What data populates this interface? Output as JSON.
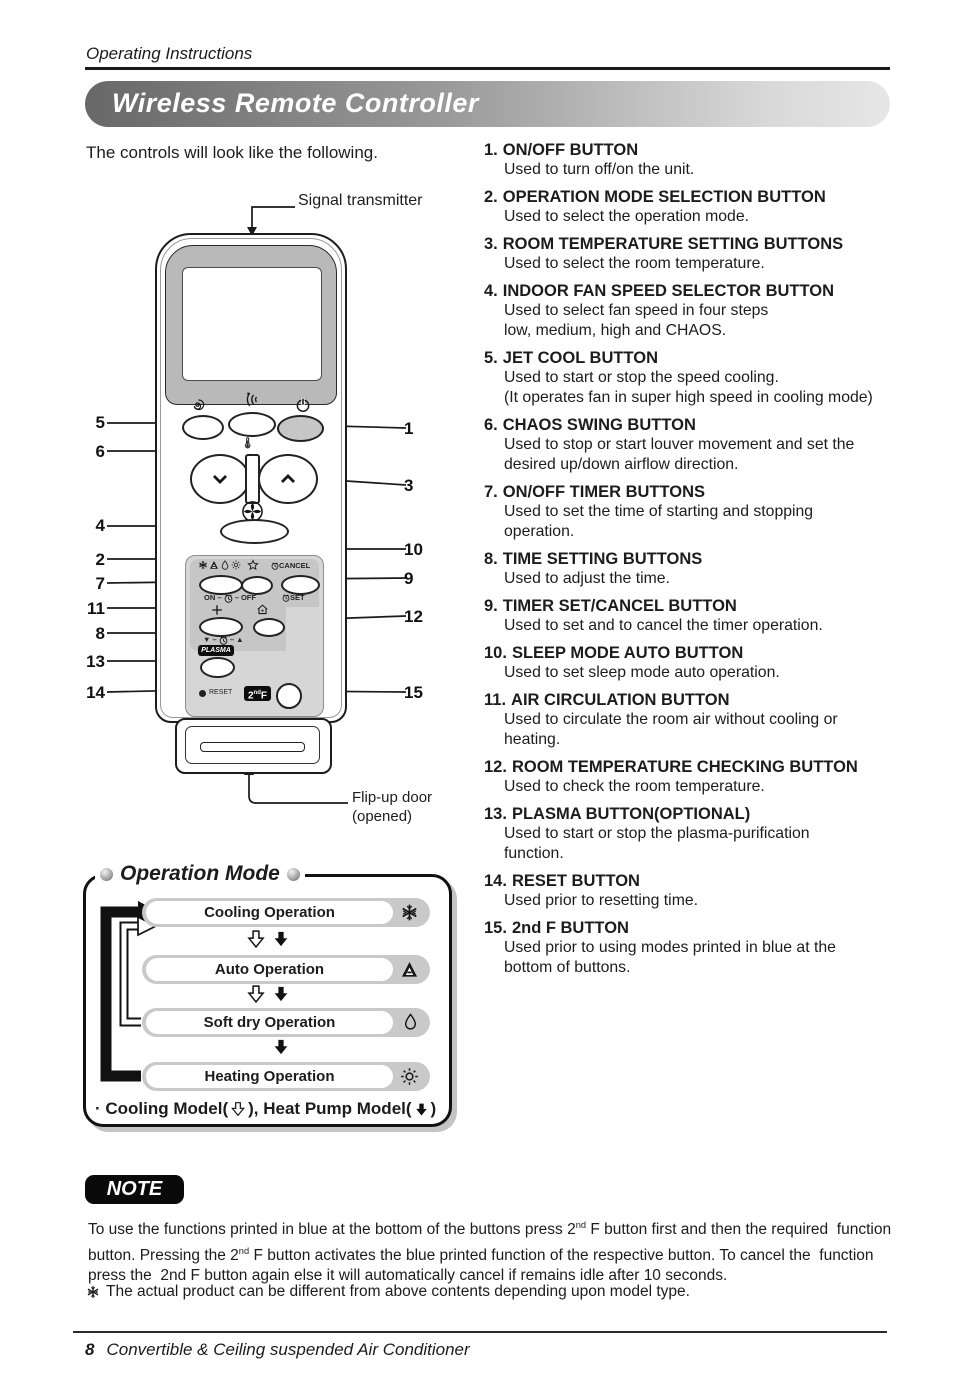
{
  "page": {
    "header": "Operating Instructions",
    "title": "Wireless Remote Controller",
    "intro": "The controls will look like the following.",
    "footer_page": "8",
    "footer_text": "Convertible & Ceiling suspended Air Conditioner"
  },
  "diagram": {
    "signal_label": "Signal transmitter",
    "flip_label_line1": "Flip-up door",
    "flip_label_line2": "(opened)",
    "callouts_left": [
      "5",
      "6",
      "4",
      "2",
      "7",
      "11",
      "8",
      "13",
      "14"
    ],
    "callouts_right": [
      "1",
      "3",
      "10",
      "9",
      "12",
      "15"
    ],
    "remote": {
      "cancel_label": "CANCEL",
      "set_label": "SET",
      "on_label": "ON",
      "off_label": "OFF",
      "dash": "–",
      "down_label": "▼",
      "up_label": "▲",
      "plasma_label": "PLASMA",
      "reset_label": "RESET",
      "f2_base": "2",
      "f2_sup": "nd",
      "f2_suffix": "F",
      "icons": [
        "jet-cool-swirl-icon",
        "chaos-swing-icon",
        "power-icon",
        "thermometer-icon",
        "fan-icon",
        "snowflake-icon",
        "auto-a-icon",
        "drop-icon",
        "sun-icon",
        "star-icon",
        "clock-icon",
        "air-circulation-plus-icon",
        "house-icon"
      ]
    }
  },
  "buttons": [
    {
      "num": "1.",
      "title": "ON/OFF BUTTON",
      "lines": [
        "Used to turn off/on the unit."
      ]
    },
    {
      "num": "2.",
      "title": "OPERATION MODE SELECTION BUTTON",
      "lines": [
        "Used to select the operation mode."
      ]
    },
    {
      "num": "3.",
      "title": "ROOM TEMPERATURE SETTING BUTTONS",
      "lines": [
        "Used to select the room temperature."
      ]
    },
    {
      "num": "4.",
      "title": "INDOOR FAN SPEED SELECTOR BUTTON",
      "lines": [
        "Used to select fan speed in four steps",
        "low, medium, high and CHAOS."
      ]
    },
    {
      "num": "5.",
      "title": "JET COOL BUTTON",
      "lines": [
        "Used to start or stop the speed cooling.",
        "(It operates fan in super high speed in cooling mode)"
      ]
    },
    {
      "num": "6.",
      "title": "CHAOS SWING BUTTON",
      "lines": [
        "Used to stop or start louver movement and set the",
        "desired up/down airflow direction."
      ]
    },
    {
      "num": "7.",
      "title": "ON/OFF TIMER BUTTONS",
      "lines": [
        "Used to set the time of starting and stopping",
        "operation."
      ]
    },
    {
      "num": "8.",
      "title": "TIME SETTING BUTTONS",
      "lines": [
        "Used to adjust the time."
      ]
    },
    {
      "num": "9.",
      "title": "TIMER SET/CANCEL BUTTON",
      "lines": [
        "Used to set and to cancel the timer operation."
      ]
    },
    {
      "num": "10.",
      "title": "SLEEP MODE AUTO BUTTON",
      "lines": [
        "Used to set sleep mode auto operation."
      ]
    },
    {
      "num": "11.",
      "title": "AIR CIRCULATION BUTTON",
      "lines": [
        "Used to circulate the room air without cooling or",
        "heating."
      ]
    },
    {
      "num": "12.",
      "title": "ROOM TEMPERATURE CHECKING BUTTON",
      "lines": [
        "Used to check the room temperature."
      ]
    },
    {
      "num": "13.",
      "title": "PLASMA BUTTON(OPTIONAL)",
      "lines": [
        "Used to start or stop the plasma-purification",
        "function."
      ]
    },
    {
      "num": "14.",
      "title": "RESET BUTTON",
      "lines": [
        "Used prior to resetting time."
      ]
    },
    {
      "num": "15.",
      "title": "2nd F BUTTON",
      "lines": [
        "Used prior to using modes printed in blue at the",
        "bottom of buttons."
      ]
    }
  ],
  "mode": {
    "title": "Operation Mode",
    "rows": [
      {
        "label": "Cooling Operation",
        "icon": "snowflake-icon"
      },
      {
        "label": "Auto Operation",
        "icon": "auto-a-icon"
      },
      {
        "label": "Soft dry Operation",
        "icon": "drop-icon"
      },
      {
        "label": "Heating Operation",
        "icon": "sun-icon"
      }
    ],
    "note_pre": "· Cooling Model(",
    "note_mid": "), Heat Pump Model(",
    "note_end": ")"
  },
  "note": {
    "badge": "NOTE",
    "l1a": "To use the functions printed in blue at the bottom of the buttons press 2",
    "l1sup": "nd",
    "l1b": " F button first and then the required  function",
    "l2a": "button. Pressing the 2",
    "l2sup": "nd",
    "l2b": " F button activates the blue printed function of the respective button. To cancel the  function",
    "l3": "press the  2nd F button again else it will automatically cancel if remains idle after 10 seconds.",
    "marker_icon": "snow-asterisk-icon",
    "marker_text": "The actual product can be different from above contents depending upon model type."
  }
}
